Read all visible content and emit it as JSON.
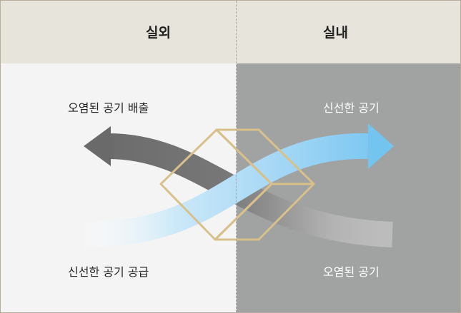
{
  "header": {
    "outdoor_label": "실외",
    "indoor_label": "실내"
  },
  "flows": {
    "polluted_exhaust": "오염된 공기 배출",
    "fresh_air": "신선한 공기",
    "fresh_air_supply": "신선한 공기 공급",
    "polluted_air": "오염된 공기"
  },
  "colors": {
    "header_bg": "#e7e4dc",
    "outdoor_bg": "#f4f4f4",
    "indoor_bg": "#a1a2a2",
    "fresh_arrow": "#7fc7f0",
    "polluted_arrow": "#6d6d6d",
    "exchanger_gold": "#d8c08a"
  }
}
